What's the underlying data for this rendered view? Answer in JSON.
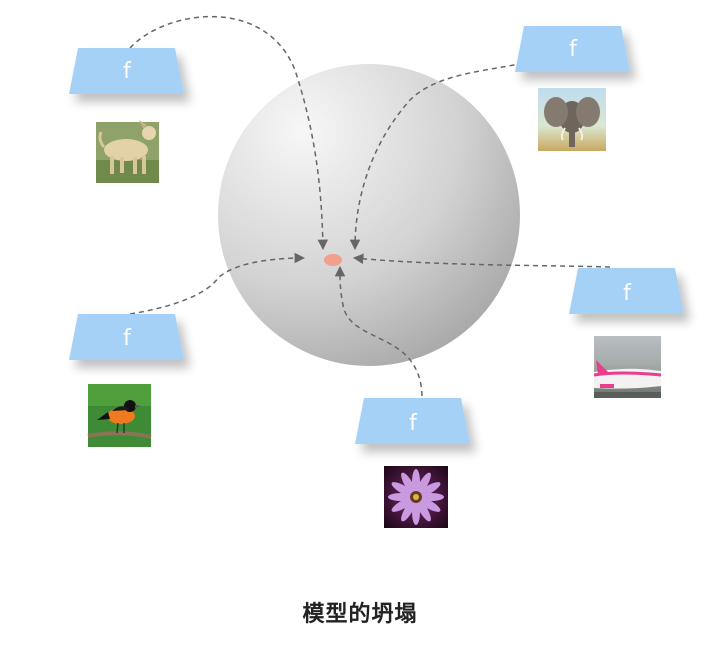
{
  "diagram": {
    "encoder_label": "f",
    "caption": "模型的坍塌",
    "colors": {
      "encoder_fill": "#a6d1f7",
      "collapse_point": "#f0a08c",
      "arrow": "#666666",
      "sphere_light": "#f7f7f7",
      "sphere_dark": "#9e9e9e"
    },
    "inputs": [
      {
        "id": "dog",
        "image": "dog-photo"
      },
      {
        "id": "elephant",
        "image": "elephant-photo"
      },
      {
        "id": "bird",
        "image": "bird-photo"
      },
      {
        "id": "airplane",
        "image": "airplane-photo"
      },
      {
        "id": "flower",
        "image": "flower-photo"
      }
    ]
  }
}
